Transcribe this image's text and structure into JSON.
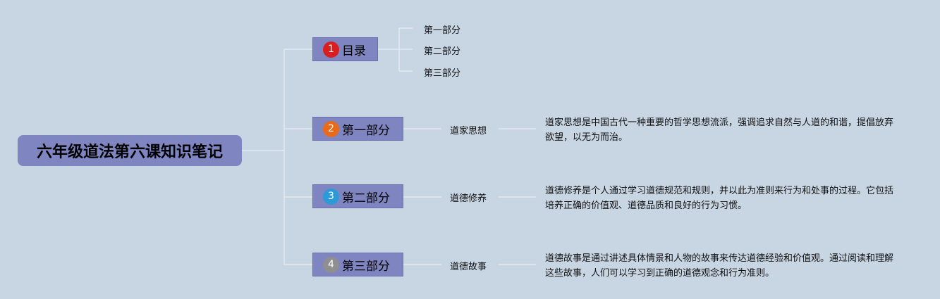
{
  "root": {
    "title": "六年级道法第六课知识笔记"
  },
  "colors": {
    "background": "#c8d5e3",
    "node_fill": "#7f85c1",
    "connector": "#e4eaf1",
    "badge_red": "#d81e1e",
    "badge_orange": "#e86a1a",
    "badge_blue": "#2d9ad8",
    "badge_gray": "#8f8f8f"
  },
  "branches": [
    {
      "number": "1",
      "label": "目录",
      "badge_color": "#d81e1e",
      "children": [
        "第一部分",
        "第二部分",
        "第三部分"
      ]
    },
    {
      "number": "2",
      "label": "第一部分",
      "badge_color": "#e86a1a",
      "topic": "道家思想",
      "description": "道家思想是中国古代一种重要的哲学思想流派，强调追求自然与人道的和谐，提倡放弃欲望，以无为而治。"
    },
    {
      "number": "3",
      "label": "第二部分",
      "badge_color": "#2d9ad8",
      "topic": "道德修养",
      "description": "道德修养是个人通过学习道德规范和规则，并以此为准则来行为和处事的过程。它包括培养正确的价值观、道德品质和良好的行为习惯。"
    },
    {
      "number": "4",
      "label": "第三部分",
      "badge_color": "#8f8f8f",
      "topic": "道德故事",
      "description": "道德故事是通过讲述具体情景和人物的故事来传达道德经验和价值观。通过阅读和理解这些故事，人们可以学习到正确的道德观念和行为准则。"
    }
  ]
}
